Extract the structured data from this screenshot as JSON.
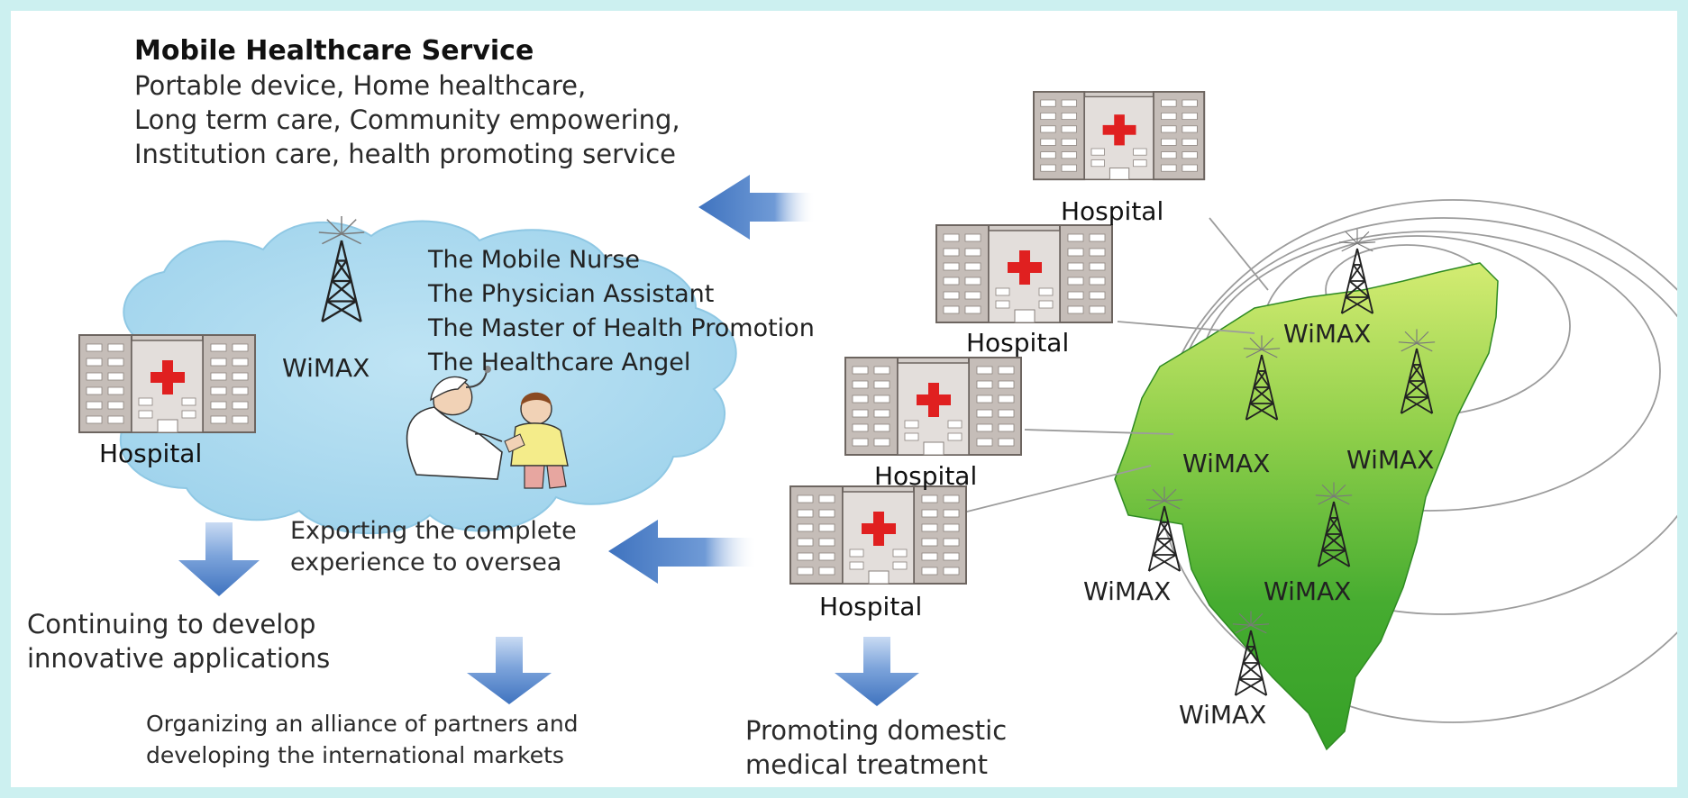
{
  "header": {
    "title": "Mobile Healthcare Service",
    "lines": [
      "Portable device, Home healthcare,",
      "Long term care, Community empowering,",
      "Institution care, health promoting service"
    ]
  },
  "cloud": {
    "antenna_label": "WiMAX",
    "roles": [
      "The Mobile Nurse",
      "The Physician Assistant",
      "The Master of Health Promotion",
      "The Healthcare  Angel"
    ],
    "hospital_label": "Hospital",
    "export_lines": [
      "Exporting  the complete",
      "experience to oversea"
    ]
  },
  "hospitals": [
    "Hospital",
    "Hospital",
    "Hospital",
    "Hospital"
  ],
  "map": {
    "wimax_labels": [
      "WiMAX",
      "WiMAX",
      "WiMAX",
      "WiMAX",
      "WiMAX",
      "WiMAX"
    ]
  },
  "outcomes": {
    "continuing": [
      "Continuing  to develop",
      "innovative applications"
    ],
    "alliance": [
      "Organizing an alliance of partners and",
      "developing the international markets"
    ],
    "domestic": [
      "Promoting domestic",
      "medical treatment"
    ]
  },
  "colors": {
    "arrow": "#4f82c9",
    "cloud": "#a9d8ee",
    "map_light": "#c8e86a",
    "map_dark": "#3da52a",
    "cross": "#e02020",
    "building": "#c9c2bd"
  },
  "icons": [
    "antenna-icon",
    "hospital-icon",
    "nurse-child-illustration",
    "blue-arrow-icon"
  ]
}
